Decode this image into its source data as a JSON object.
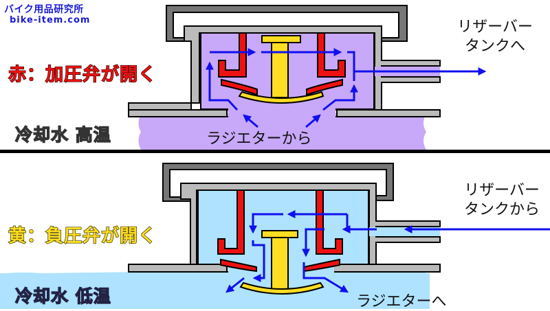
{
  "site": {
    "title": "バイク用品研究所",
    "url": "bike-item.com"
  },
  "colors": {
    "hot_coolant": "#c8a8f8",
    "cold_coolant": "#aee2ff",
    "pressure_valve": "#ee1111",
    "vacuum_valve": "#ffdd22",
    "flow_arrow": "#1010ee",
    "cap_dark": "#777777",
    "cap_light": "#bbbbbb"
  },
  "panels": [
    {
      "id": "high-temp",
      "valve_label": "赤：加圧弁が開く",
      "coolant_label": "冷却水 高温",
      "flow_label": "ラジエターから",
      "side_label_line1": "リザーバー",
      "side_label_line2": "タンクへ"
    },
    {
      "id": "low-temp",
      "valve_label": "黄：負圧弁が開く",
      "coolant_label": "冷却水 低温",
      "flow_label": "ラジエターへ",
      "side_label_line1": "リザーバー",
      "side_label_line2": "タンクから"
    }
  ]
}
